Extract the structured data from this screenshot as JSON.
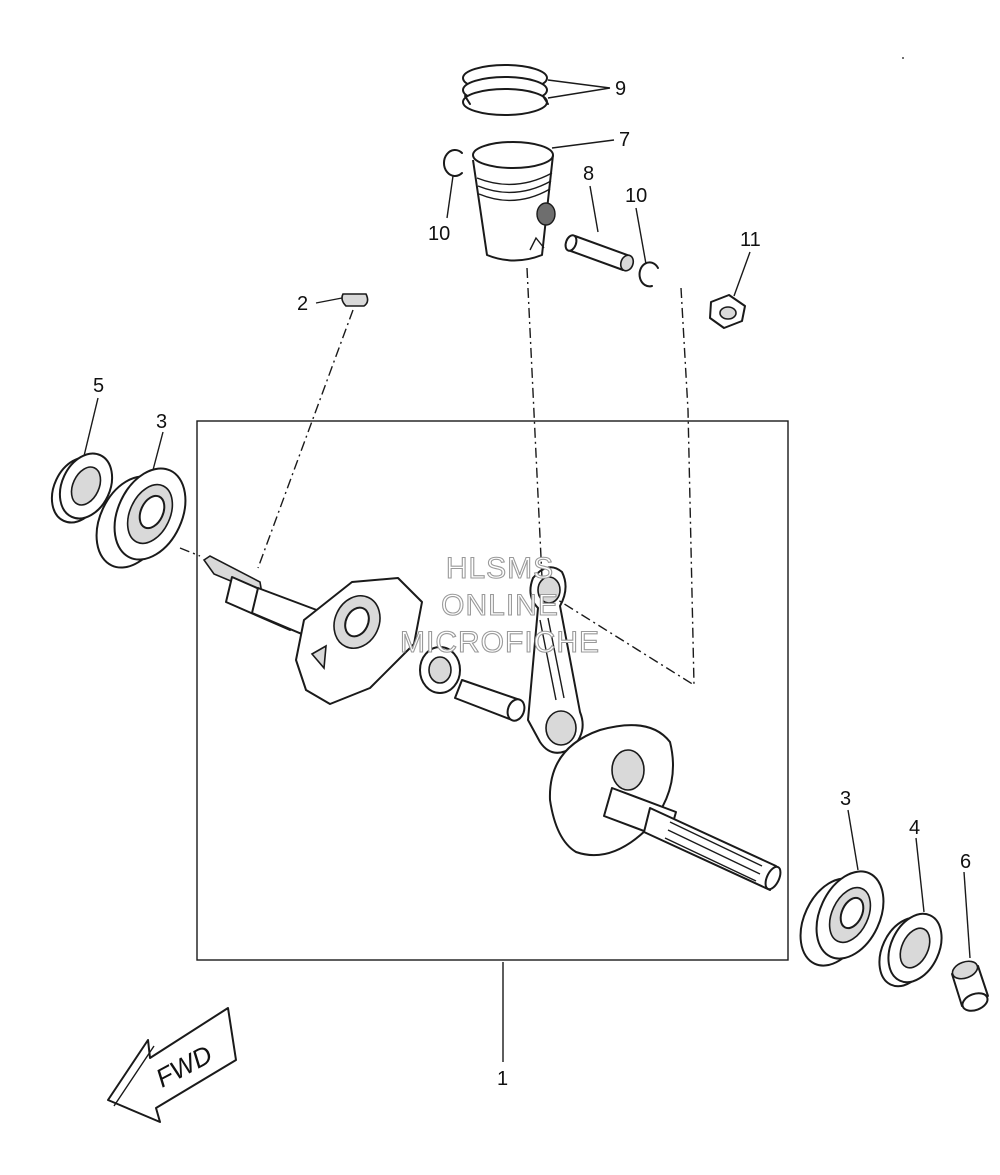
{
  "callouts": {
    "c1": "1",
    "c2": "2",
    "c3_left": "3",
    "c3_right": "3",
    "c4": "4",
    "c5": "5",
    "c6": "6",
    "c7": "7",
    "c8": "8",
    "c9": "9",
    "c10_left": "10",
    "c10_right": "10",
    "c11": "11"
  },
  "watermark": {
    "line1": "HLSMS",
    "line2": "ONLINE",
    "line3": "MICROFICHE"
  },
  "direction_arrow": {
    "label": "FWD"
  }
}
